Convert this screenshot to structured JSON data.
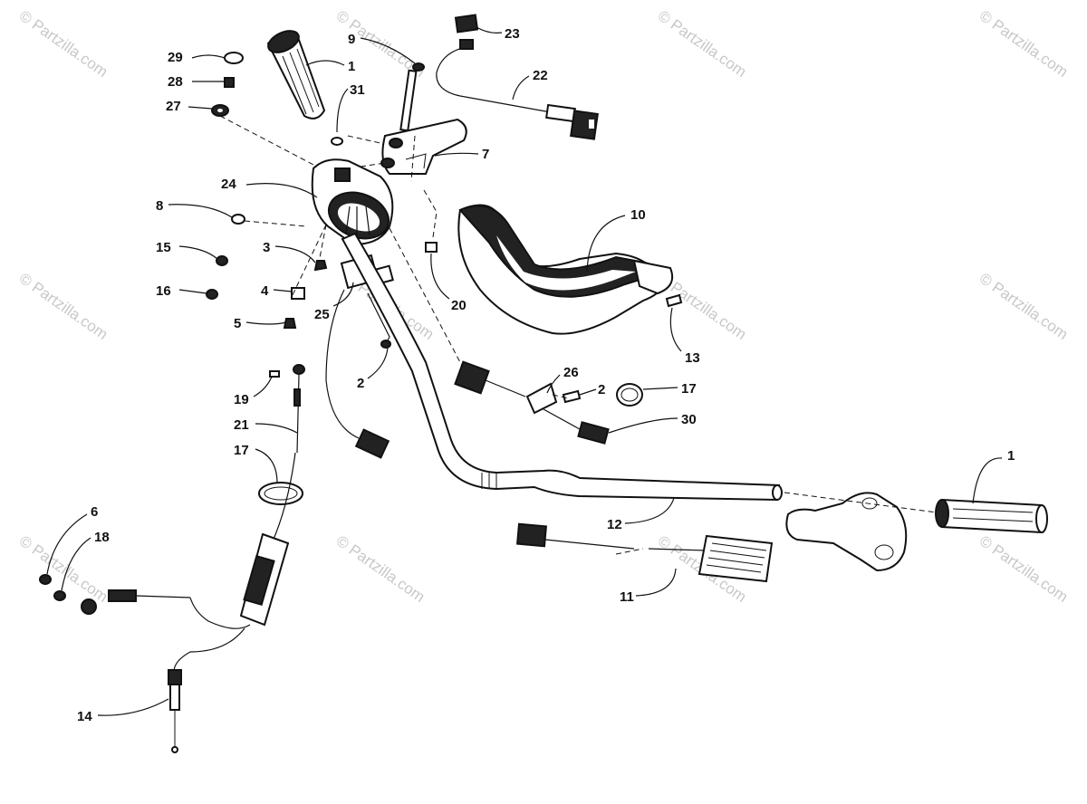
{
  "diagram": {
    "watermark_text": "© Partzilla.com",
    "callouts": {
      "c1a": "1",
      "c1b": "1",
      "c2a": "2",
      "c2b": "2",
      "c3": "3",
      "c4": "4",
      "c5": "5",
      "c6": "6",
      "c7": "7",
      "c8": "8",
      "c9": "9",
      "c10": "10",
      "c11": "11",
      "c12": "12",
      "c13": "13",
      "c14": "14",
      "c15": "15",
      "c16": "16",
      "c17a": "17",
      "c17b": "17",
      "c18": "18",
      "c19": "19",
      "c20": "20",
      "c21": "21",
      "c22": "22",
      "c23": "23",
      "c24": "24",
      "c25": "25",
      "c26": "26",
      "c27": "27",
      "c28": "28",
      "c29": "29",
      "c30": "30",
      "c31": "31"
    }
  }
}
